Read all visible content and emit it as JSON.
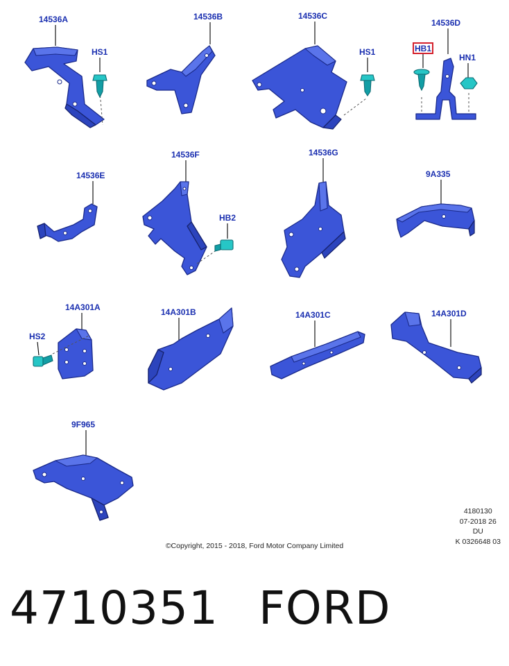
{
  "callouts": {
    "c14536A": "14536A",
    "c14536B": "14536B",
    "c14536C": "14536C",
    "c14536D": "14536D",
    "hs1a": "HS1",
    "hs1b": "HS1",
    "hb1": "HB1",
    "hn1": "HN1",
    "c14536E": "14536E",
    "c14536F": "14536F",
    "hb2": "HB2",
    "c14536G": "14536G",
    "c9A335": "9A335",
    "c14A301A": "14A301A",
    "hs2": "HS2",
    "c14A301B": "14A301B",
    "c14A301C": "14A301C",
    "c14A301D": "14A301D",
    "c9F965": "9F965"
  },
  "reference": {
    "line1": "4180130",
    "line2": "07-2018 26",
    "line3": "DU",
    "line4": "K 0326648 03"
  },
  "copyright": "©Copyright, 2015 - 2018, Ford Motor Company Limited",
  "caption": {
    "part_number": "4710351",
    "brand": "FORD"
  },
  "colors": {
    "part_blue": "#3b55d8",
    "fastener_cyan": "#26c6c6",
    "callout_text": "#1a2fb0",
    "highlight_box": "#d4202c"
  }
}
